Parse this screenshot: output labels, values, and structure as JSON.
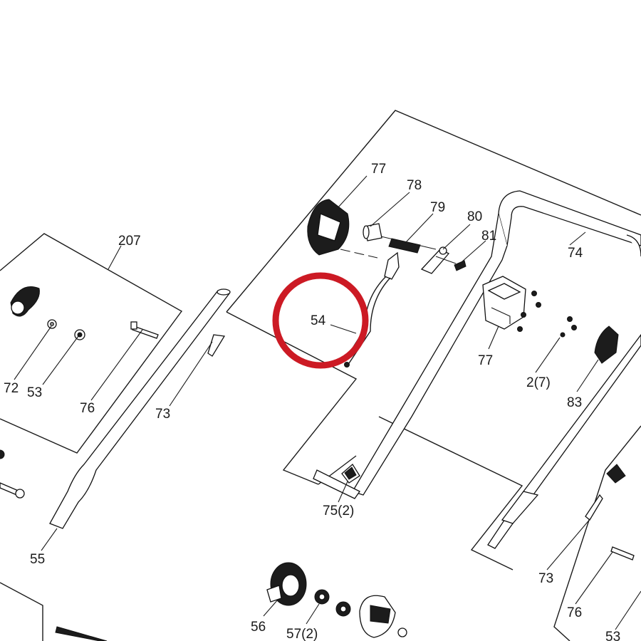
{
  "diagram": {
    "callout_labels": [
      "207",
      "72",
      "53",
      "76",
      "73",
      "55",
      "77",
      "78",
      "79",
      "80",
      "81",
      "74",
      "54",
      "77",
      "2(7)",
      "83",
      "75(2)",
      "73",
      "76",
      "53",
      "56",
      "57(2)"
    ],
    "highlight": {
      "part_label": "54",
      "color": "#cc1a24"
    },
    "colors": {
      "line": "#1a1a1a",
      "background": "#ffffff",
      "highlight": "#cc1a24"
    }
  }
}
